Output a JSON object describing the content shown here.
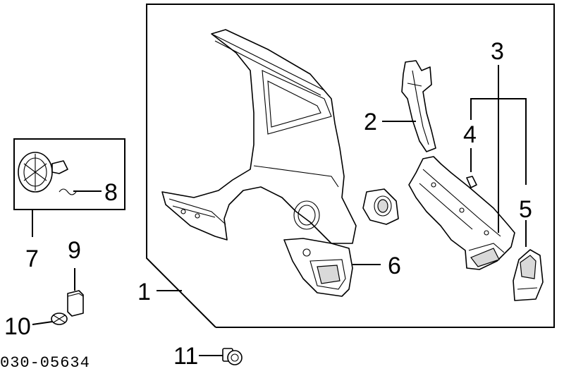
{
  "callouts": {
    "c1": "1",
    "c2": "2",
    "c3": "3",
    "c4": "4",
    "c5": "5",
    "c6": "6",
    "c7": "7",
    "c8": "8",
    "c9": "9",
    "c10": "10",
    "c11": "11"
  },
  "diagram_code": "030-05634",
  "colors": {
    "line": "#000000",
    "background": "#ffffff",
    "shade": "#d9d9d9"
  }
}
